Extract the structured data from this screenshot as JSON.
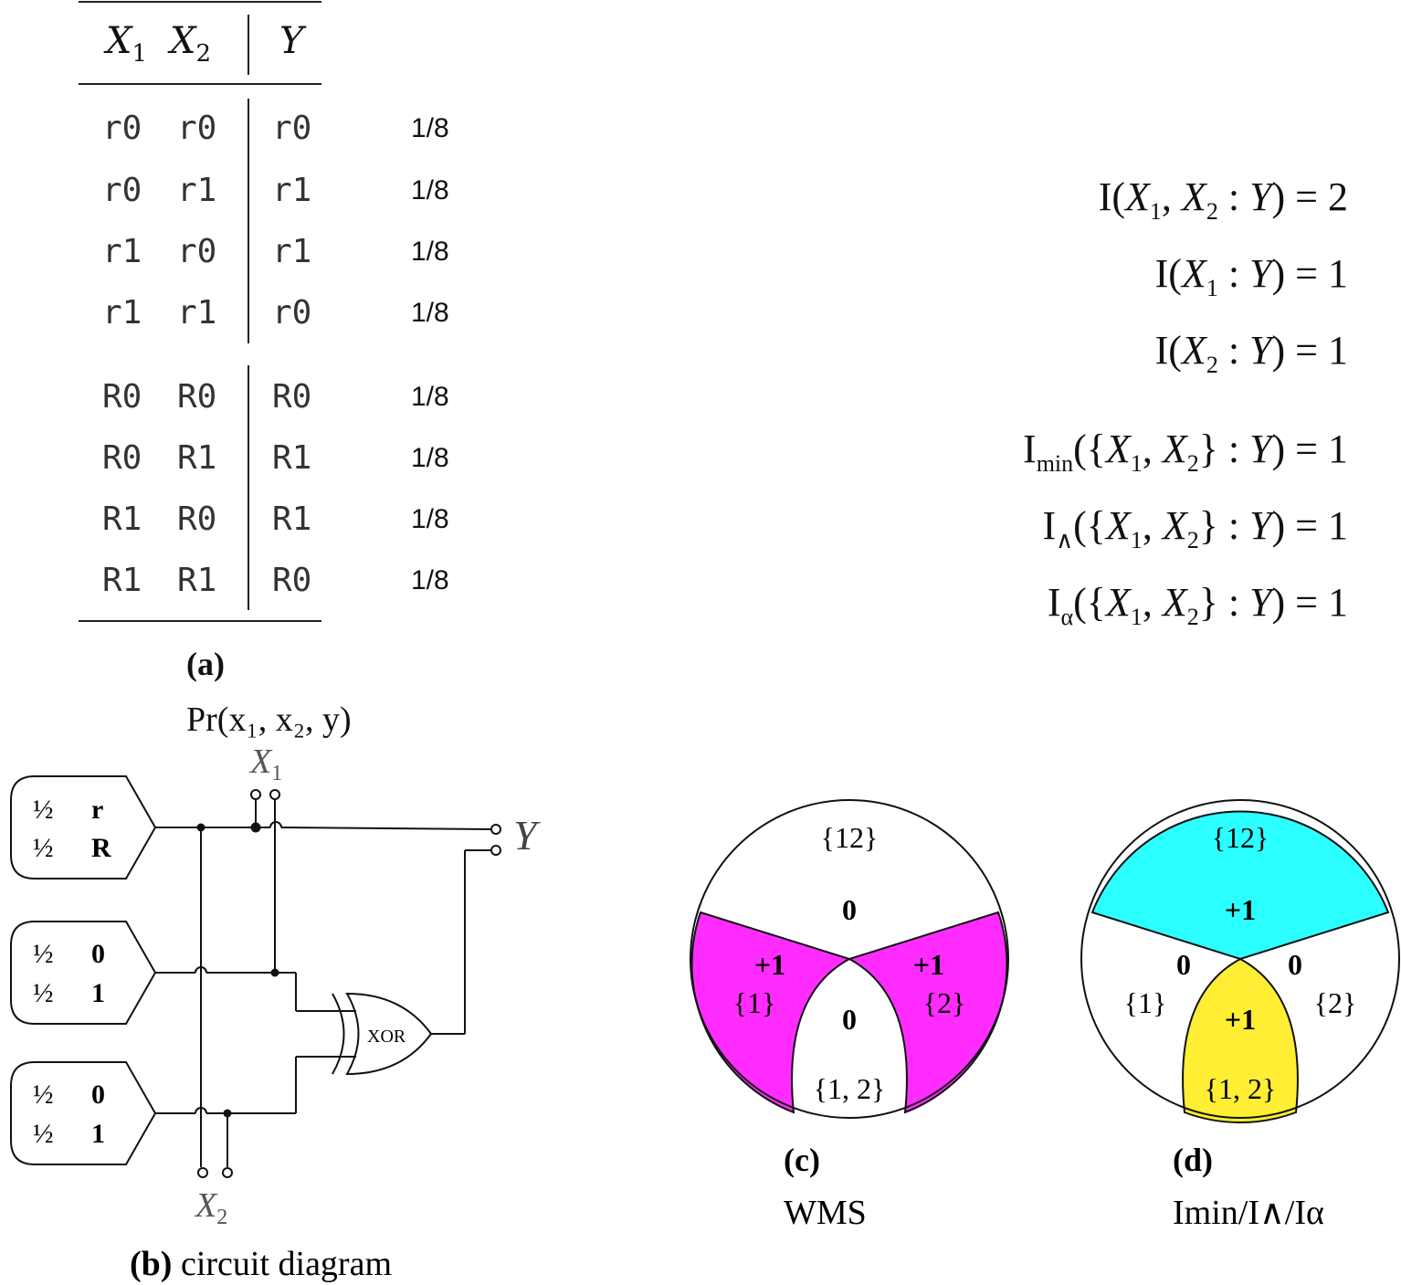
{
  "table": {
    "headers": {
      "x1": "X",
      "x1_sub": "1",
      "x2": "X",
      "x2_sub": "2",
      "y": "Y"
    },
    "rows": [
      [
        "r0",
        "r0",
        "r0",
        "1/8"
      ],
      [
        "r0",
        "r1",
        "r1",
        "1/8"
      ],
      [
        "r1",
        "r0",
        "r1",
        "1/8"
      ],
      [
        "r1",
        "r1",
        "r0",
        "1/8"
      ],
      [
        "R0",
        "R0",
        "R0",
        "1/8"
      ],
      [
        "R0",
        "R1",
        "R1",
        "1/8"
      ],
      [
        "R1",
        "R0",
        "R1",
        "1/8"
      ],
      [
        "R1",
        "R1",
        "R0",
        "1/8"
      ]
    ],
    "caption_letter": "(a)",
    "caption_text": "Pr(x₁, x₂, y)"
  },
  "equations": [
    {
      "pre": "I(",
      "v1": "X",
      "s1": "1",
      "mid": ", ",
      "v2": "X",
      "s2": "2",
      "post": " : ",
      "v3": "Y",
      "rhs": ") = 2"
    },
    {
      "pre": "I(",
      "v1": "X",
      "s1": "1",
      "mid": "",
      "v2": "",
      "s2": "",
      "post": " : ",
      "v3": "Y",
      "rhs": ") = 1"
    },
    {
      "pre": "I(",
      "v1": "X",
      "s1": "2",
      "mid": "",
      "v2": "",
      "s2": "",
      "post": " : ",
      "v3": "Y",
      "rhs": ") = 1"
    },
    {
      "pre": "I",
      "sub": "min",
      "open": "({",
      "v1": "X",
      "s1": "1",
      "v2": "X",
      "s2": "2",
      "close": "} : ",
      "v3": "Y",
      "rhs": ") = 1"
    },
    {
      "pre": "I",
      "sub": "∧",
      "open": "({",
      "v1": "X",
      "s1": "1",
      "v2": "X",
      "s2": "2",
      "close": "} : ",
      "v3": "Y",
      "rhs": ") = 1"
    },
    {
      "pre": "I",
      "sub": "α",
      "open": "({",
      "v1": "X",
      "s1": "1",
      "v2": "X",
      "s2": "2",
      "close": "} : ",
      "v3": "Y",
      "rhs": ") = 1"
    }
  ],
  "circuit": {
    "source1": {
      "p1": "½",
      "v1": "r",
      "p2": "½",
      "v2": "R"
    },
    "source2": {
      "p1": "½",
      "v1": "0",
      "p2": "½",
      "v2": "1"
    },
    "source3": {
      "p1": "½",
      "v1": "0",
      "p2": "½",
      "v2": "1"
    },
    "gate_label": "XOR",
    "x1_label": "X",
    "x1_sub": "1",
    "x2_label": "X",
    "x2_sub": "2",
    "y_label": "Y",
    "caption_letter": "(b)",
    "caption_text": " circuit diagram"
  },
  "pi_c": {
    "top_label": "{12}",
    "top_value": "0",
    "left_value": "+1",
    "left_label": "{1}",
    "right_value": "+1",
    "right_label": "{2}",
    "bottom_value": "0",
    "bottom_label": "{1, 2}",
    "caption_letter": "(c)",
    "caption_text": "WMS",
    "colors": {
      "left": "#ff2bff",
      "right": "#ff2bff"
    }
  },
  "pi_d": {
    "top_label": "{12}",
    "top_value": "+1",
    "left_value": "0",
    "left_label": "{1}",
    "right_value": "0",
    "right_label": "{2}",
    "bottom_value": "+1",
    "bottom_label": "{1, 2}",
    "caption_letter": "(d)",
    "caption_text": "Imin/I∧/Iα",
    "colors": {
      "top": "#2bffff",
      "bottom": "#ffee33"
    }
  }
}
